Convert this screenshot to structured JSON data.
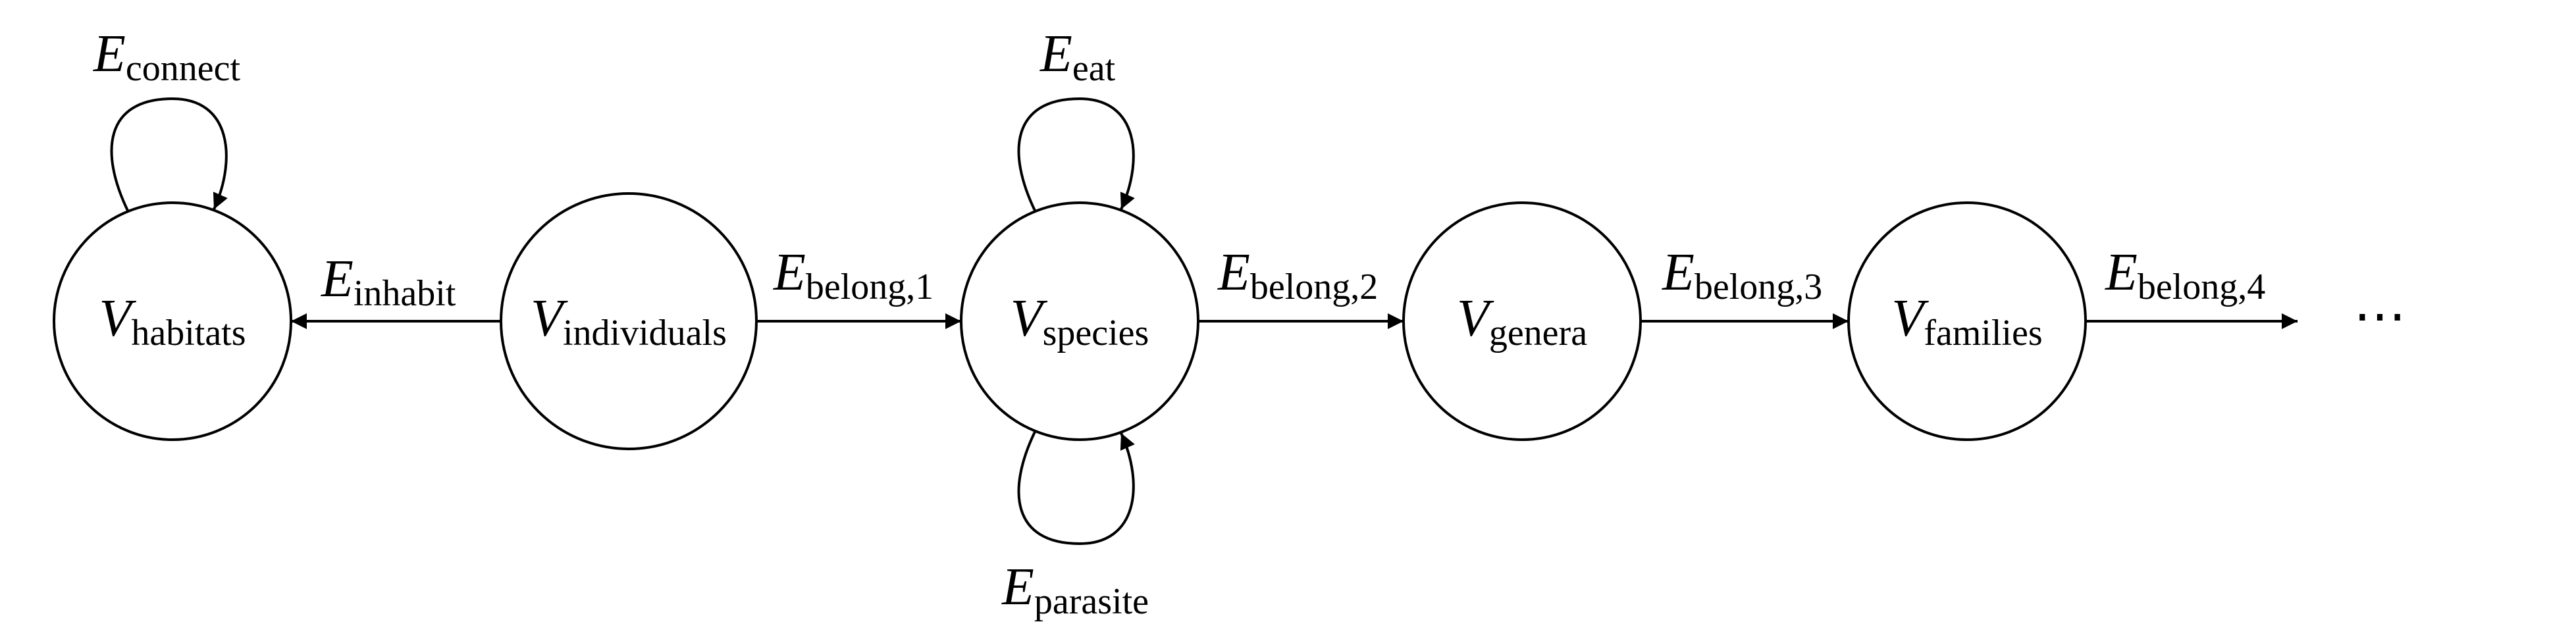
{
  "nodes": {
    "habitats": {
      "symbol": "V",
      "sub": "habitats"
    },
    "individuals": {
      "symbol": "V",
      "sub": "individuals"
    },
    "species": {
      "symbol": "V",
      "sub": "species"
    },
    "genera": {
      "symbol": "V",
      "sub": "genera"
    },
    "families": {
      "symbol": "V",
      "sub": "families"
    }
  },
  "edges": {
    "connect": {
      "symbol": "E",
      "sub": "connect"
    },
    "inhabit": {
      "symbol": "E",
      "sub": "inhabit"
    },
    "belong1": {
      "symbol": "E",
      "sub": "belong,1"
    },
    "eat": {
      "symbol": "E",
      "sub": "eat"
    },
    "parasite": {
      "symbol": "E",
      "sub": "parasite"
    },
    "belong2": {
      "symbol": "E",
      "sub": "belong,2"
    },
    "belong3": {
      "symbol": "E",
      "sub": "belong,3"
    },
    "belong4": {
      "symbol": "E",
      "sub": "belong,4"
    }
  },
  "continuation": "⋯"
}
